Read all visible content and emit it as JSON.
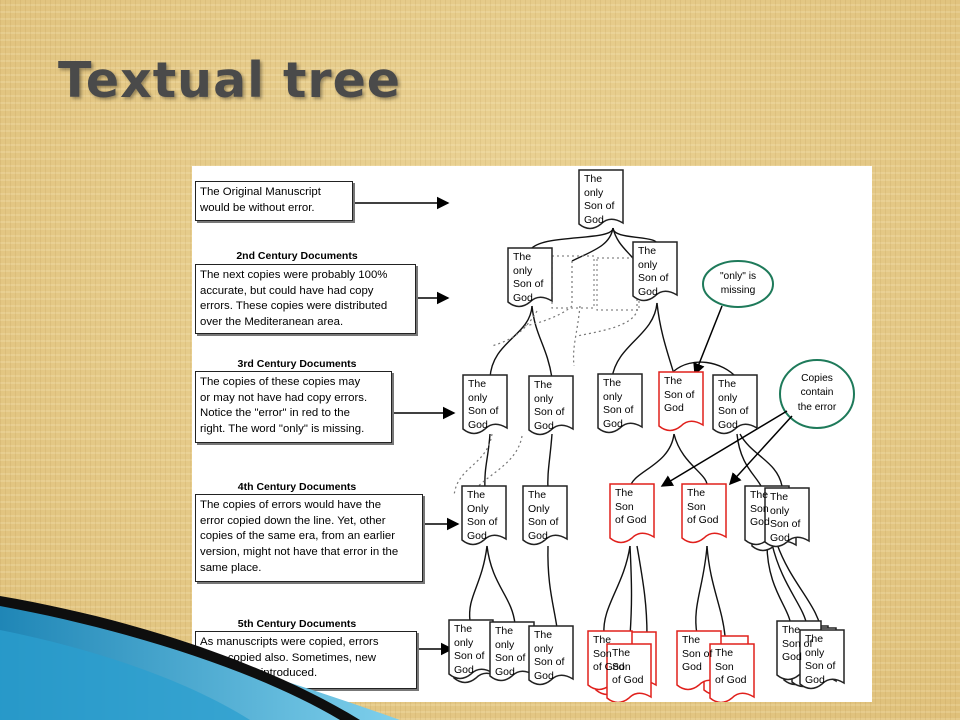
{
  "slide": {
    "title": "Textual tree"
  },
  "notes": [
    {
      "id": "original",
      "heading": "",
      "text": "The Original Manuscript\nwould be without error."
    },
    {
      "id": "c2",
      "heading": "2nd Century Documents",
      "text": "The next copies were probably 100%\naccurate, but could have had copy\nerrors.  These copies were distributed\nover the Mediteranean area."
    },
    {
      "id": "c3",
      "heading": "3rd Century Documents",
      "text": "The copies of these copies may\nor may not have had copy errors.\nNotice the \"error\" in red to the\nright.  The word \"only\" is missing."
    },
    {
      "id": "c4",
      "heading": "4th Century Documents",
      "text": "The copies of errors would have the\nerror copied down the line.  Yet, other\ncopies of the same era, from an earlier\nversion, might not have that error in the\nsame place."
    },
    {
      "id": "c5",
      "heading": "5th Century Documents",
      "text": "As manuscripts were copied, errors\nwere copied also.  Sometimes, new\nerrors were introduced."
    }
  ],
  "bubbles": {
    "only_missing": "\"only\" is\nmissing",
    "copies_contain": "Copies\ncontain\nthe error"
  },
  "docs": [
    {
      "text": "The only\nSon of\nGod",
      "error": false
    },
    {
      "text": "The only\nSon of\nGod",
      "error": false
    },
    {
      "text": "The only\nSon of\nGod",
      "error": false
    },
    {
      "text": "The only\nSon of\nGod",
      "error": false
    },
    {
      "text": "The only\nSon of\nGod",
      "error": false
    },
    {
      "text": "The only\nSon of\nGod",
      "error": false
    },
    {
      "text": "The\nSon of\nGod",
      "error": true
    },
    {
      "text": "The only\nSon of\nGod",
      "error": false
    },
    {
      "text": "The Only\nSon of\nGod",
      "error": false
    },
    {
      "text": "The Only\nSon of\nGod",
      "error": false
    },
    {
      "text": "The Son\nof God",
      "error": true
    },
    {
      "text": "The Son\nof God",
      "error": true
    },
    {
      "text": "The\nSon\nGod",
      "error": false
    },
    {
      "text": "The only\nSon of\nGod",
      "error": false
    },
    {
      "text": "The only\nSon of\nGod",
      "error": false
    },
    {
      "text": "The only\nSon of\nGod",
      "error": false
    },
    {
      "text": "The only\nSon of\nGod",
      "error": false
    },
    {
      "text": "The Son\nof God",
      "error": true
    },
    {
      "text": "The Son\nof God",
      "error": true
    },
    {
      "text": "The\nSon of\nGod",
      "error": true
    },
    {
      "text": "The Son\nof God",
      "error": true
    },
    {
      "text": "The\nSon of\nGod",
      "error": false
    },
    {
      "text": "The only\nSon of\nGod",
      "error": false
    }
  ],
  "colors": {
    "error": "#e0201c",
    "normal": "#222222",
    "title": "#4a4a4a"
  }
}
